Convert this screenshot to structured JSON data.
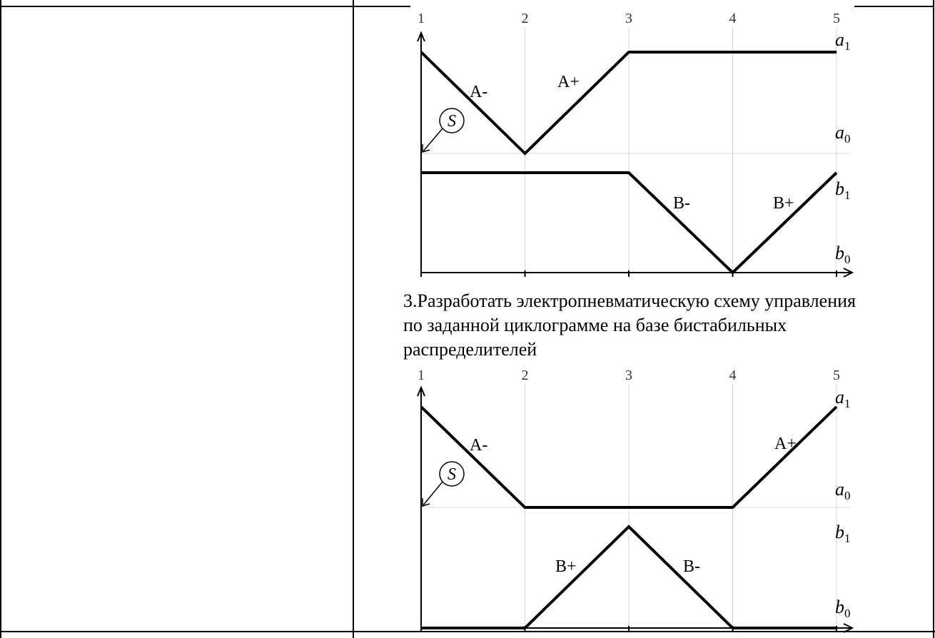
{
  "task_text": "3.Разработать электропневматическую схему управления по заданной циклограмме на базе бистабильных распределителей",
  "diagrams": [
    {
      "step_numbers": [
        "1",
        "2",
        "3",
        "4",
        "5"
      ],
      "signal_label": "S",
      "cylinder_a": {
        "upper_label": "a",
        "upper_sub": "1",
        "lower_label": "a",
        "lower_sub": "0",
        "positions": [
          1,
          0,
          1,
          1,
          1
        ],
        "move_labels": [
          "A-",
          "A+"
        ]
      },
      "cylinder_b": {
        "upper_label": "b",
        "upper_sub": "1",
        "lower_label": "b",
        "lower_sub": "0",
        "positions": [
          1,
          1,
          1,
          0,
          1
        ],
        "move_labels": [
          "B-",
          "B+"
        ]
      }
    },
    {
      "step_numbers": [
        "1",
        "2",
        "3",
        "4",
        "5"
      ],
      "signal_label": "S",
      "cylinder_a": {
        "upper_label": "a",
        "upper_sub": "1",
        "lower_label": "a",
        "lower_sub": "0",
        "positions": [
          1,
          0,
          0,
          0,
          1
        ],
        "move_labels": [
          "A-",
          "A+"
        ]
      },
      "cylinder_b": {
        "upper_label": "b",
        "upper_sub": "1",
        "lower_label": "b",
        "lower_sub": "0",
        "positions": [
          0,
          0,
          1,
          0,
          0
        ],
        "move_labels": [
          "B+",
          "B-"
        ]
      }
    }
  ]
}
